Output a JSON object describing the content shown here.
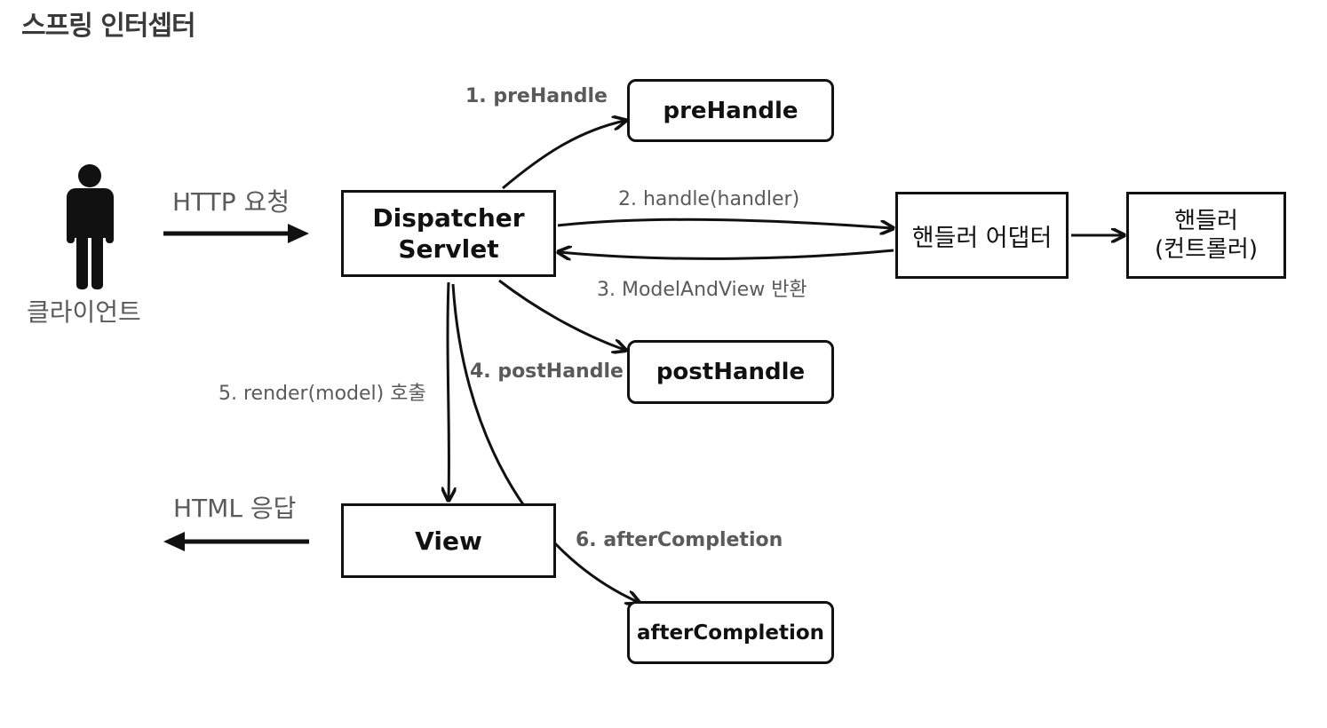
{
  "title": "스프링 인터셉터",
  "client": {
    "label": "클라이언트",
    "icon": "person-icon"
  },
  "request_label": "HTTP 요청",
  "response_label": "HTML 응답",
  "nodes": {
    "dispatcher": [
      "Dispatcher",
      "Servlet"
    ],
    "adapter": "핸들러 어댑터",
    "handler": [
      "핸들러",
      "(컨트롤러)"
    ],
    "view": "View",
    "prehandle": "preHandle",
    "posthandle": "postHandle",
    "aftercompletion": "afterCompletion"
  },
  "edges": {
    "prehandle": "1. preHandle",
    "handle": "2. handle(handler)",
    "modelandview": "3. ModelAndView 반환",
    "posthandle": "4. postHandle",
    "render": "5. render(model) 호출",
    "aftercompletion": "6. afterCompletion"
  },
  "colors": {
    "line": "#111111",
    "label": "#5a5a5a",
    "title": "#3a3a3a"
  }
}
